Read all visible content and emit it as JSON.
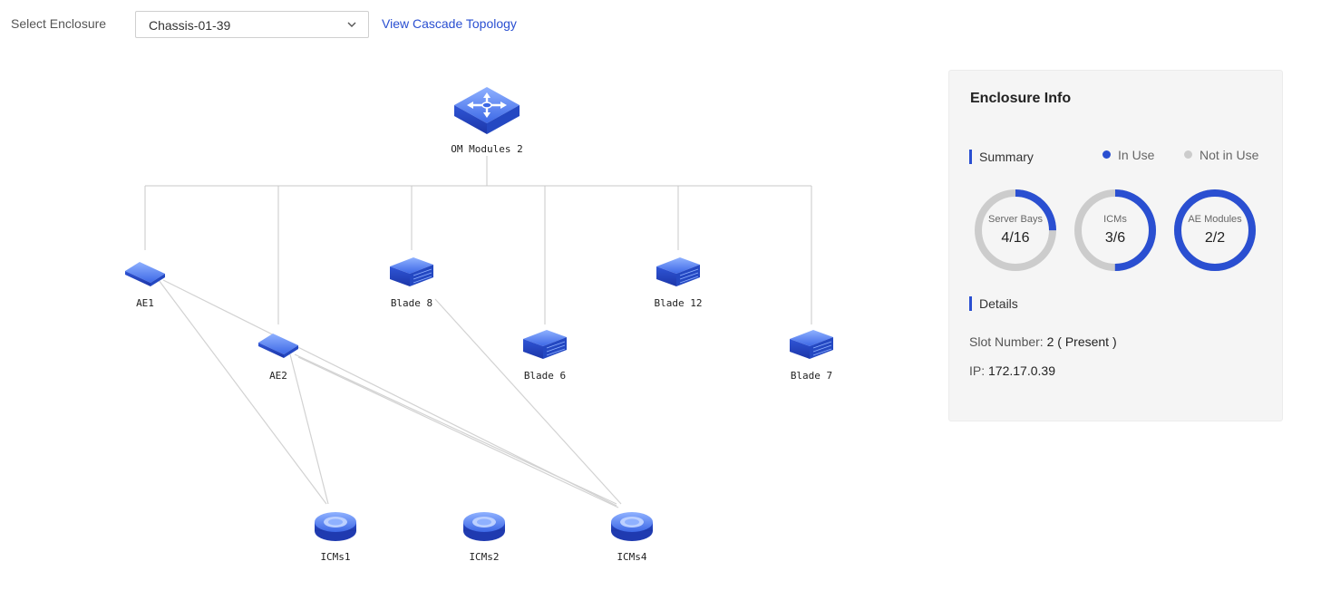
{
  "toolbar": {
    "select_label": "Select Enclosure",
    "enclosure_value": "Chassis-01-39",
    "topology_link": "View Cascade Topology"
  },
  "topology": {
    "om": {
      "label": "OM Modules 2"
    },
    "nodes": [
      {
        "id": "ae1",
        "label": "AE1",
        "type": "ae-switch"
      },
      {
        "id": "ae2",
        "label": "AE2",
        "type": "ae-switch"
      },
      {
        "id": "blade8",
        "label": "Blade 8",
        "type": "blade"
      },
      {
        "id": "blade6",
        "label": "Blade 6",
        "type": "blade"
      },
      {
        "id": "blade12",
        "label": "Blade 12",
        "type": "blade"
      },
      {
        "id": "blade7",
        "label": "Blade 7",
        "type": "blade"
      },
      {
        "id": "icms1",
        "label": "ICMs1",
        "type": "icm"
      },
      {
        "id": "icms2",
        "label": "ICMs2",
        "type": "icm"
      },
      {
        "id": "icms4",
        "label": "ICMs4",
        "type": "icm"
      }
    ],
    "links": [
      [
        "ae1",
        "icms1"
      ],
      [
        "ae1",
        "icms4"
      ],
      [
        "ae2",
        "icms1"
      ],
      [
        "ae2",
        "icms4"
      ],
      [
        "blade8",
        "icms4"
      ]
    ]
  },
  "panel": {
    "title": "Enclosure Info",
    "summary_label": "Summary",
    "legend_in_use": "In Use",
    "legend_not_in_use": "Not in Use",
    "details_label": "Details",
    "slot_label": "Slot Number:",
    "slot_value": "2 ( Present )",
    "ip_label": "IP:",
    "ip_value": "172.17.0.39"
  },
  "donuts": [
    {
      "label": "Server Bays",
      "value_text": "4/16",
      "used": 4,
      "total": 16
    },
    {
      "label": "ICMs",
      "value_text": "3/6",
      "used": 3,
      "total": 6
    },
    {
      "label": "AE Modules",
      "value_text": "2/2",
      "used": 2,
      "total": 2
    }
  ],
  "colors": {
    "accent": "#2a4fd1",
    "not_in_use": "#cccccc",
    "link_text": "#2a4fd1"
  },
  "icons": {
    "om": "om-router-icon",
    "ae": "ae-switch-icon",
    "blade": "blade-server-icon",
    "icm": "icm-module-icon",
    "chevron": "chevron-down-icon"
  }
}
